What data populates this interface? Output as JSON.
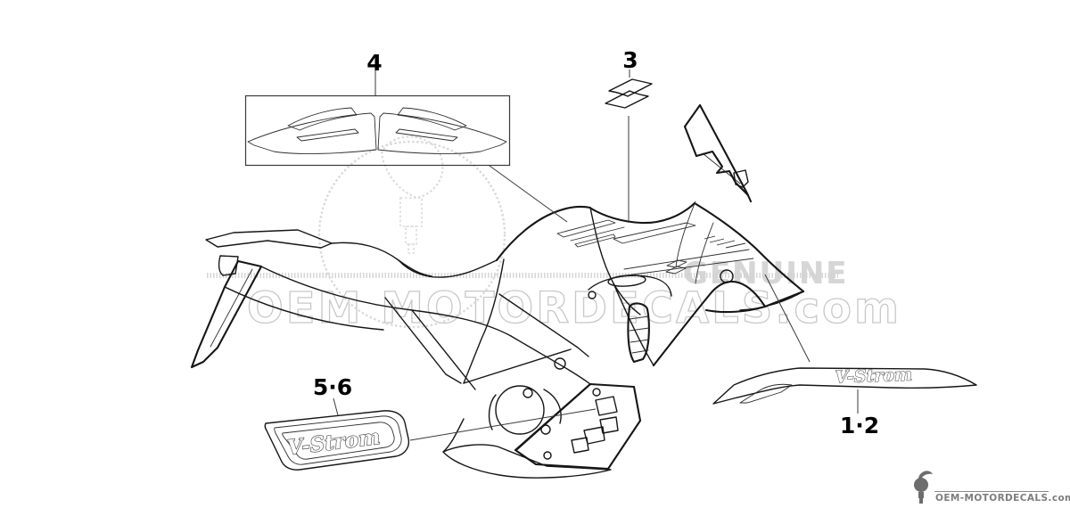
{
  "diagram": {
    "callouts": [
      {
        "id": "4",
        "label": "4"
      },
      {
        "id": "3",
        "label": "3"
      },
      {
        "id": "5-6",
        "label": "5·6"
      },
      {
        "id": "1-2",
        "label": "1·2"
      }
    ],
    "decal_texts": {
      "side_badge": "V-Strom",
      "side_stripe": "V-Strom"
    }
  },
  "watermark": {
    "band_text": "GENUINE",
    "main_text": "OEM MOTORDECALS.com"
  },
  "footer": {
    "brand": "OEM-MOTORDECALS.com"
  },
  "colors": {
    "line": "#161616",
    "watermark": "#c9c9c9",
    "footer_text": "#7d7d7d"
  }
}
